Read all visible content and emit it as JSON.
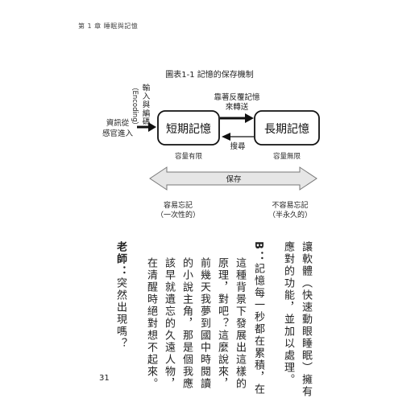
{
  "running_head": "第 1 章  睡眠與記憶",
  "figure": {
    "title": "圖表1-1    記憶的保存機制",
    "input_label": [
      "資訊從",
      "感官進入"
    ],
    "encoding_label": [
      "輸入與編碼",
      "（Encoding）"
    ],
    "short_term": "短期記憶",
    "long_term": "長期記憶",
    "transfer_label": [
      "靠著反覆記憶",
      "來轉送"
    ],
    "retrieve_label": "搜尋",
    "short_capacity": "容量有限",
    "long_capacity": "容量無限",
    "storage_label": "保存",
    "forget_easy": [
      "容易忘記",
      "（一次性的）"
    ],
    "forget_hard": [
      "不容易忘記",
      "（半永久的）"
    ]
  },
  "body_columns": [
    "讓軟體（快速動眼睡眠）擁有",
    "應對的功能，並加以處理。",
    "",
    "B：記憶每一秒都在累積，在",
    "這種背景下發展出這樣的",
    "原理，對吧？這麼說來，",
    "前幾天我夢到國中時閱讀",
    "的小說主角，那是個我應",
    "該早就遺忘的久遠人物，",
    "在清醒時絕對想不起來。",
    "",
    "老師：突然出現嗎？"
  ],
  "page_number": "31"
}
